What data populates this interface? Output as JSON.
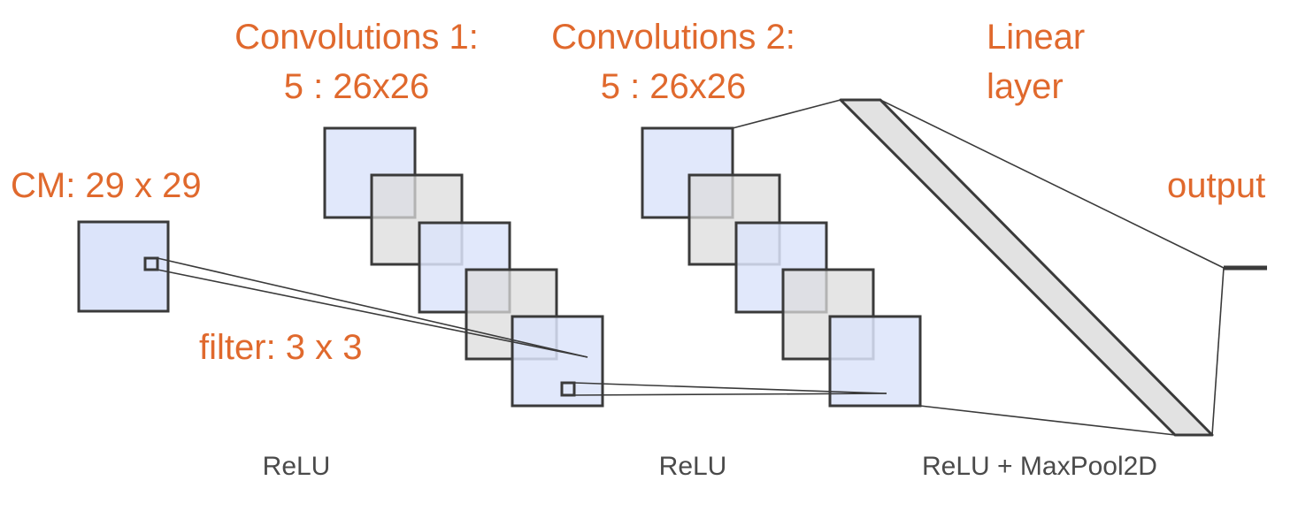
{
  "labels": {
    "input": "CM: 29 x 29",
    "filter": "filter: 3 x 3",
    "conv1_title": "Convolutions 1:",
    "conv1_shape": "5 : 26x26",
    "conv2_title": "Convolutions 2:",
    "conv2_shape": "5 : 26x26",
    "linear_line1": "Linear",
    "linear_line2": "layer",
    "output": "output",
    "act1": "ReLU",
    "act2": "ReLU",
    "act3": "ReLU + MaxPool2D"
  },
  "colors": {
    "label_accent": "#E0692D",
    "blue_map": "#DCE4FA",
    "gray_map": "#E4E4E4",
    "outline": "#3a3a3a"
  }
}
